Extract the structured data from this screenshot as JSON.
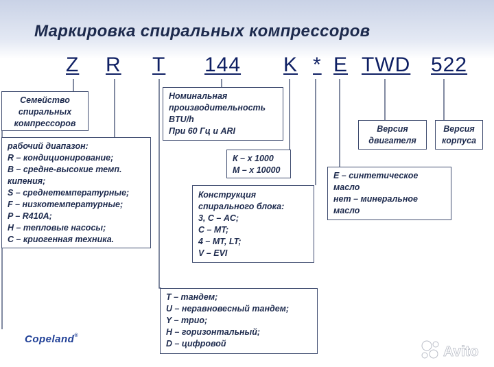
{
  "title": "Маркировка спиральных компрессоров",
  "codes": {
    "z": "Z",
    "r": "R",
    "t": "T",
    "n144": "144",
    "k": "K",
    "star": "*",
    "e": "E",
    "twd": "TWD",
    "n522": "522"
  },
  "family_box": [
    "Семейство",
    "спиральных",
    "компрессоров"
  ],
  "range_box": [
    "рабочий диапазон:",
    "R – кондиционирование;",
    "B – средне-высокие темп.",
    "кипения;",
    "S – среднетемпературные;",
    "F – низкотемпературные;",
    "P – R410A;",
    "H – тепловые насосы;",
    "C – криогенная техника."
  ],
  "capacity_box": [
    "Номинальная",
    "производительность",
    "BTU/h",
    "При 60 Гц и ARI"
  ],
  "multiplier_box": [
    "К – x 1000",
    "M – x 10000"
  ],
  "scroll_box": [
    "Конструкция",
    "спирального блока:",
    "3, С – AC;",
    "С – MT;",
    "4 – MT, LT;",
    "V – EVI"
  ],
  "tandem_box": [
    "T – тандем;",
    "U – неравновесный тандем;",
    "Y – трио;",
    "H – горизонтальный;",
    "D – цифровой"
  ],
  "oil_box": [
    "E – синтетическое",
    "масло",
    "нет – минеральное",
    "масло"
  ],
  "motor_box": [
    "Версия",
    "двигателя"
  ],
  "body_box": [
    "Версия",
    "корпуса"
  ],
  "logo": {
    "text": "Copeland",
    "mark": "®"
  },
  "watermark": "Avito",
  "colors": {
    "code": "#0e1f63",
    "text": "#1d2a4d",
    "line": "#3d4a6e",
    "logo": "#1f3f96"
  }
}
